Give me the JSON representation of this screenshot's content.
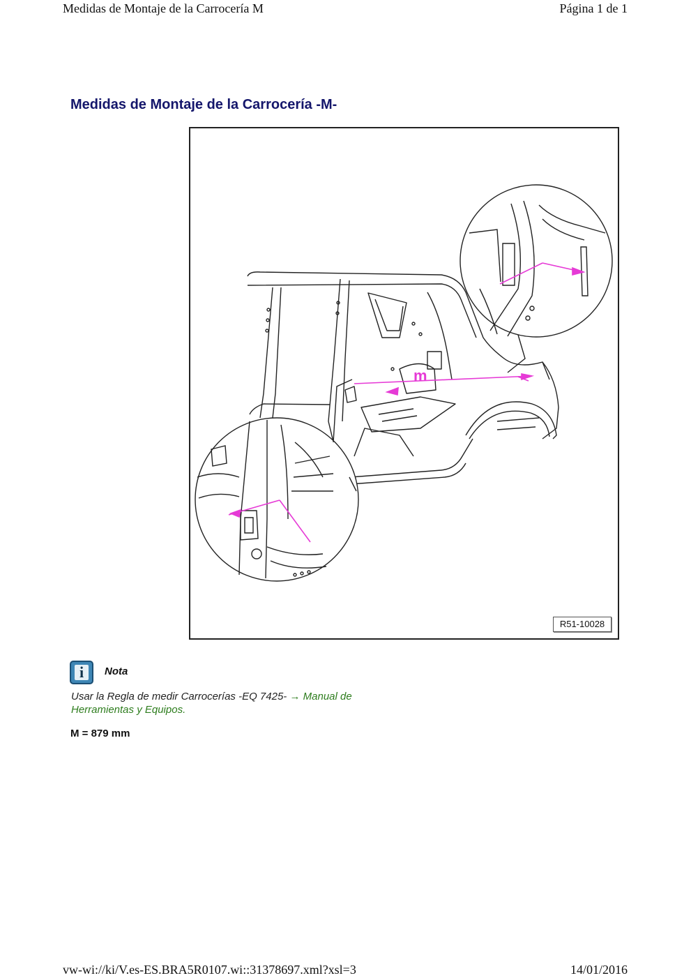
{
  "header": {
    "title": "Medidas de Montaje de la Carrocería M",
    "page": "Página 1 de 1"
  },
  "content": {
    "heading": "Medidas de Montaje de la Carrocería -M-",
    "figure": {
      "measure_label": "m",
      "code": "R51-10028",
      "accent_color": "#e63ad6"
    },
    "note": {
      "icon": "info-icon",
      "title": "Nota",
      "text": "Usar la Regla de medir Carrocerías -EQ 7425-",
      "link_text": "→ Manual de Herramientas y Equipos."
    },
    "measurement": "M = 879 mm"
  },
  "footer": {
    "url": "vw-wi://ki/V.es-ES.BRA5R0107.wi::31378697.xml?xsl=3",
    "date": "14/01/2016"
  }
}
